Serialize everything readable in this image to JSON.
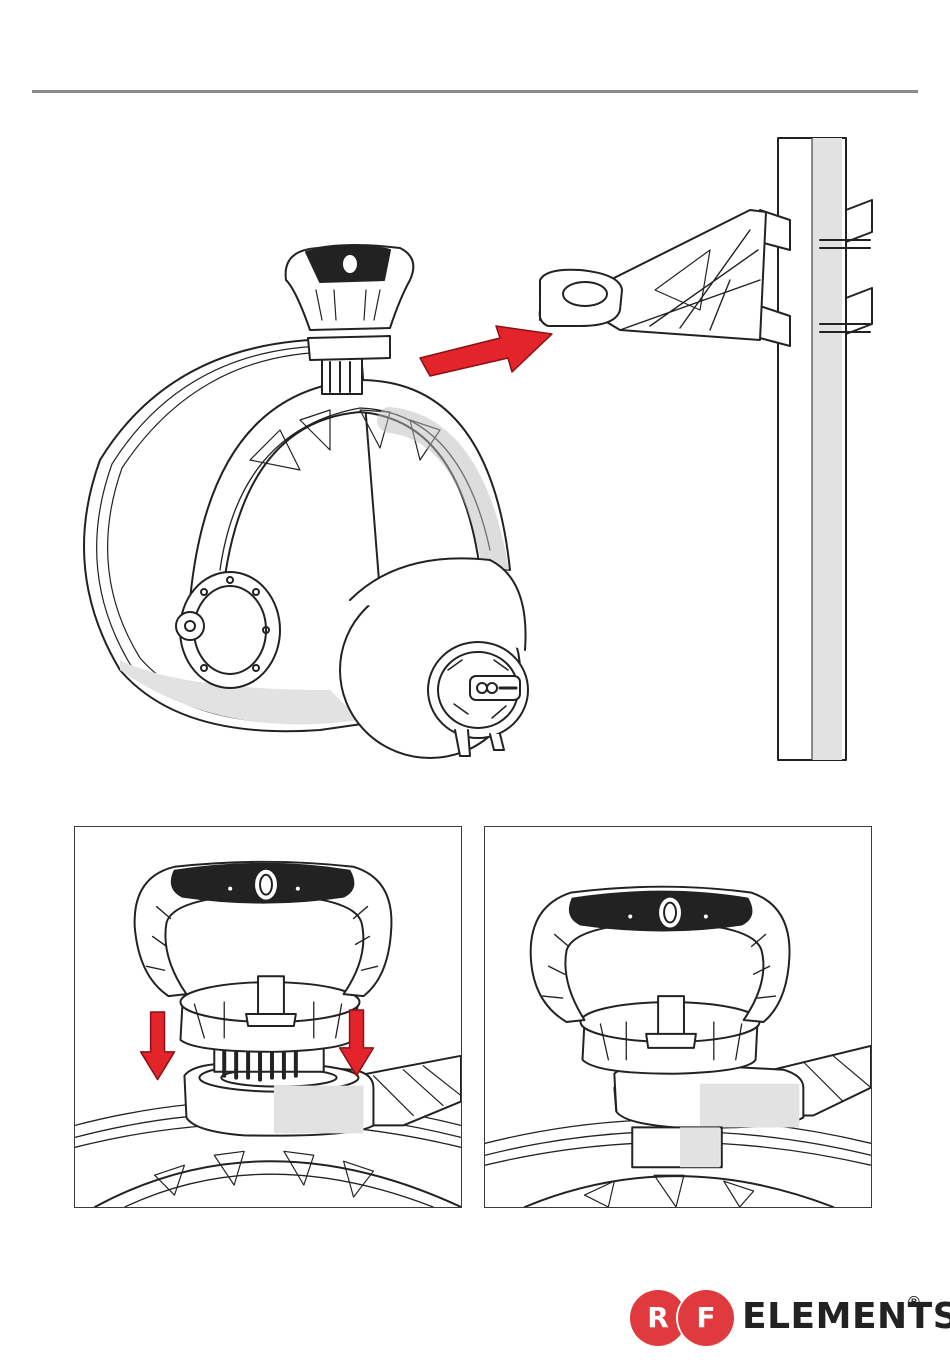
{
  "logo": {
    "letter_r": "R",
    "letter_f": "F",
    "wordmark": "ELEMENTS",
    "registered": "®",
    "brand_color": "#e03a3e"
  },
  "illustration": {
    "main_figure": "antenna-and-pole-mount",
    "arrow_color": "#e3242b",
    "panels": [
      {
        "name": "bracket-lowering-step",
        "arrows": 2
      },
      {
        "name": "bracket-seated-step",
        "arrows": 0
      }
    ]
  }
}
